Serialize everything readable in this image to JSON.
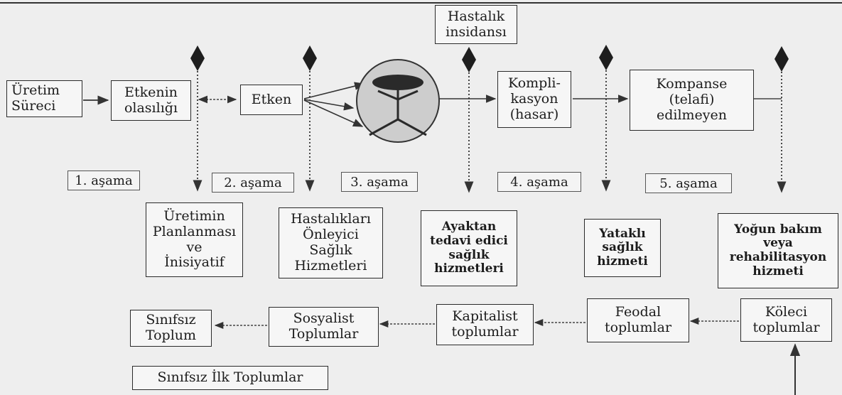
{
  "flow": {
    "uretim_sureci": [
      "Üretim",
      "Süreci"
    ],
    "etken_olasiligi": [
      "Etkenin",
      "olasılığı"
    ],
    "etken": "Etken",
    "hastalik_insidansi": [
      "Hastalık",
      "insidansı"
    ],
    "komplikasyon": [
      "Kompli-",
      "kasyon",
      "(hasar)"
    ],
    "kompanse": [
      "Kompanse",
      "(telafi)",
      "edilmeyen"
    ]
  },
  "stages": [
    "1. aşama",
    "2. aşama",
    "3. aşama",
    "4. aşama",
    "5. aşama"
  ],
  "services": {
    "uretim_planlanmasi": [
      "Üretimin",
      "Planlanması",
      "ve",
      "İnisiyatif"
    ],
    "onleyici": [
      "Hastalıkları",
      "Önleyici",
      "Sağlık",
      "Hizmetleri"
    ],
    "ayaktan": [
      "Ayaktan",
      "tedavi edici",
      "sağlık",
      "hizmetleri"
    ],
    "yatakli": [
      "Yataklı",
      "sağlık",
      "hizmeti"
    ],
    "yogun_bakim": [
      "Yoğun bakım",
      "veya",
      "rehabilitasyon",
      "hizmeti"
    ]
  },
  "societies": {
    "sinifsiz_toplum": [
      "Sınıfsız",
      "Toplum"
    ],
    "sosyalist": [
      "Sosyalist",
      "Toplumlar"
    ],
    "kapitalist": [
      "Kapitalist",
      "toplumlar"
    ],
    "feodal": [
      "Feodal",
      "toplumlar"
    ],
    "koleci": [
      "Köleci",
      "toplumlar"
    ],
    "sinifsiz_ilk": "Sınıfsız İlk Toplumlar"
  }
}
